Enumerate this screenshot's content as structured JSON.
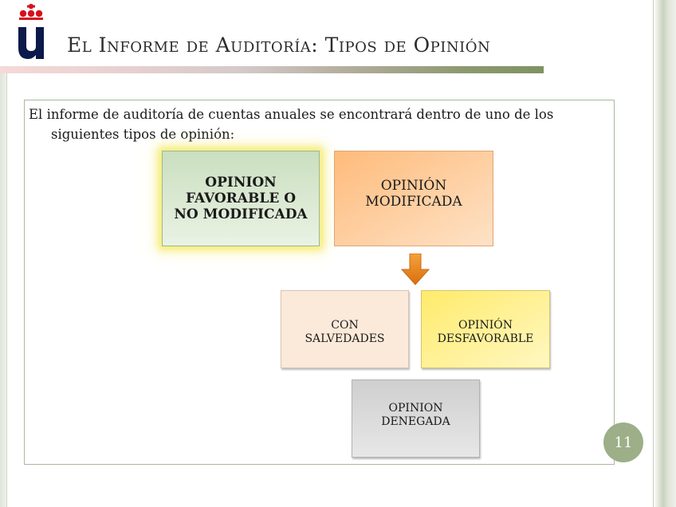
{
  "slide": {
    "title": "El Informe de Auditoría: Tipos de Opinión",
    "intro": "El informe de auditoría de cuentas anuales se encontrará dentro de uno de los siguientes tipos de opinión:",
    "page_number": "11"
  },
  "diagram": {
    "favorable": "OPINION\nFAVORABLE  O\nNO MODIFICADA",
    "modificada": "OPINIÓN\nMODIFICADA",
    "salvedades": "CON\nSALVEDADES",
    "desfavorable": "OPINIÓN\nDESFAVORABLE",
    "denegada": "OPINION\nDENEGADA"
  },
  "colors": {
    "logo_red": "#d6111d",
    "logo_navy": "#0b1a4a",
    "accent_green": "#9caf88",
    "arrow_orange": "#e7861b"
  },
  "icons": {
    "logo": "university-crown-logo",
    "arrow": "down-arrow-icon"
  }
}
